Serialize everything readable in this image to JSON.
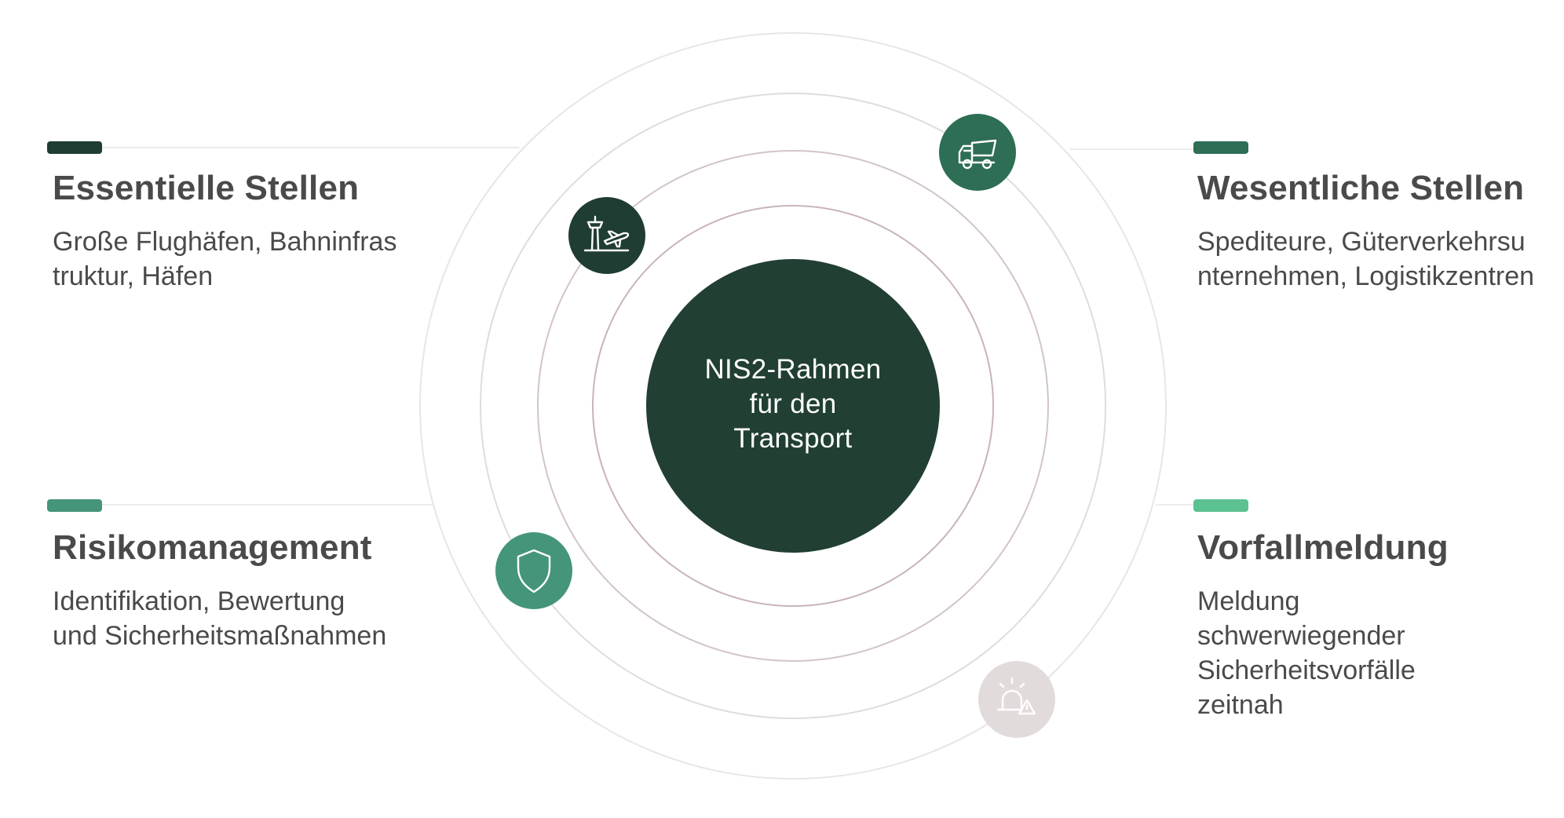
{
  "center": {
    "label": "NIS2-Rahmen für den Transport"
  },
  "blocks": {
    "essential": {
      "title": "Essentielle Stellen",
      "description": "Große Flughäfen, Bahninfrastruktur, Häfen",
      "accent_color": "#1f3d32",
      "icon": "control-tower-airplane-icon"
    },
    "important": {
      "title": "Wesentliche Stellen",
      "description": "Spediteure, Güterverkehrsunternehmen, Logistikzentren",
      "accent_color": "#2d6e55",
      "icon": "dump-truck-icon"
    },
    "risk": {
      "title": "Risikomanagement",
      "description": "Identifikation, Bewertung und Sicherheitsmaßnahmen",
      "accent_color": "#45957a",
      "icon": "shield-icon"
    },
    "incident": {
      "title": "Vorfallmeldung",
      "description": "Meldung schwerwiegender Sicherheitsvorfälle zeitnah",
      "accent_color": "#5bc191",
      "icon": "alarm-light-warning-icon"
    }
  },
  "colors": {
    "center_fill": "#213f32",
    "ring_outer": "#e6e6e6",
    "ring_inner": "#c8b4b9",
    "connector": "#ececec",
    "incident_icon_bg": "#e2dbdc"
  }
}
